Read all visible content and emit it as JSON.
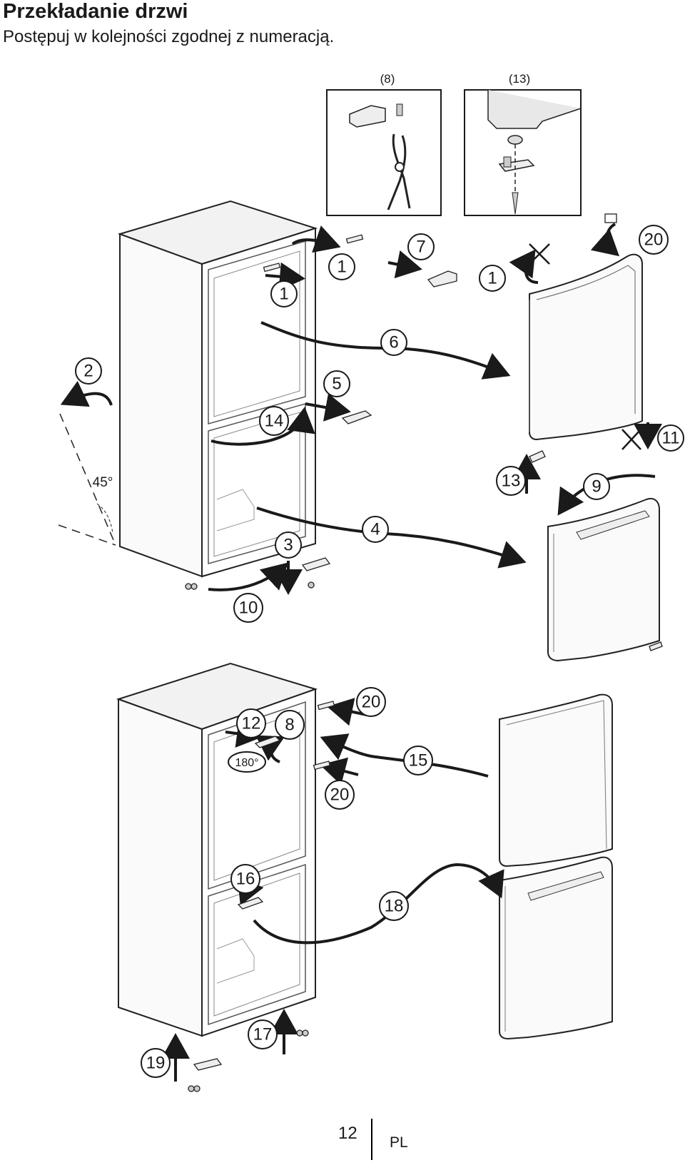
{
  "header": {
    "title": "Przekładanie drzwi",
    "subtitle": "Postępuj w kolejności zgodnej z numeracją."
  },
  "insets": [
    {
      "label": "(8)"
    },
    {
      "label": "(13)"
    }
  ],
  "angle_label": "45°",
  "rotation_label": "180°",
  "steps_top": [
    "1",
    "1",
    "1",
    "7",
    "20",
    "6",
    "2",
    "5",
    "14",
    "11",
    "13",
    "9",
    "4",
    "3",
    "10"
  ],
  "steps_bottom": [
    "12",
    "8",
    "20",
    "15",
    "20",
    "16",
    "18",
    "17",
    "19"
  ],
  "footer": {
    "page_number": "12",
    "language": "PL"
  }
}
